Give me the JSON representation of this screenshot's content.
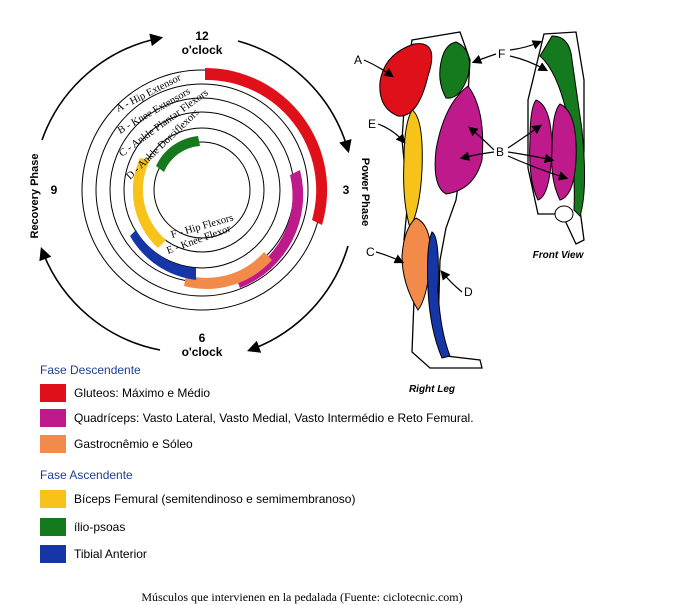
{
  "clock": {
    "top_hour": "12",
    "top_sub": "o'clock",
    "bottom_hour": "6",
    "bottom_sub": "o'clock",
    "left_hour": "9",
    "right_hour": "3",
    "left_phase": "Recovery Phase",
    "right_phase": "Power Phase"
  },
  "arc_labels": {
    "a": "A - Hip Extensor",
    "b": "B - Knee Extensors",
    "c": "C - Ankle Plantar Flexors",
    "d": "D - Ankle Dorsiflexors",
    "f": "F - Hip Flexors",
    "e": "E - Knee Flexor"
  },
  "leg": {
    "letters": [
      "A",
      "E",
      "C",
      "F",
      "B",
      "D"
    ],
    "right_leg_label": "Right Leg",
    "front_view_label": "Front View"
  },
  "legend": {
    "descending_title": "Fase Descendente",
    "descending_items": [
      {
        "color": "#e0101a",
        "label": "Gluteos: Máximo e Médio"
      },
      {
        "color": "#bf1a8c",
        "label": "Quadríceps: Vasto Lateral, Vasto Medial, Vasto Intermédio e Reto Femural."
      },
      {
        "color": "#f28a4a",
        "label": "Gastrocnêmio e Sóleo"
      }
    ],
    "ascending_title": "Fase Ascendente",
    "ascending_items": [
      {
        "color": "#f7c21a",
        "label": "Bíceps Femural (semitendinoso e semimembranoso)"
      },
      {
        "color": "#157a1e",
        "label": "ílio-psoas"
      },
      {
        "color": "#1636a8",
        "label": "Tibial Anterior"
      }
    ]
  },
  "caption": "Músculos que intervienen en la pedalada (Fuente: ciclotecnic.com)",
  "colors": {
    "red": "#e0101a",
    "magenta": "#bf1a8c",
    "orange": "#f28a4a",
    "yellow": "#f7c21a",
    "green": "#157a1e",
    "blue": "#1636a8",
    "legend_heading": "#1f3f8f"
  }
}
